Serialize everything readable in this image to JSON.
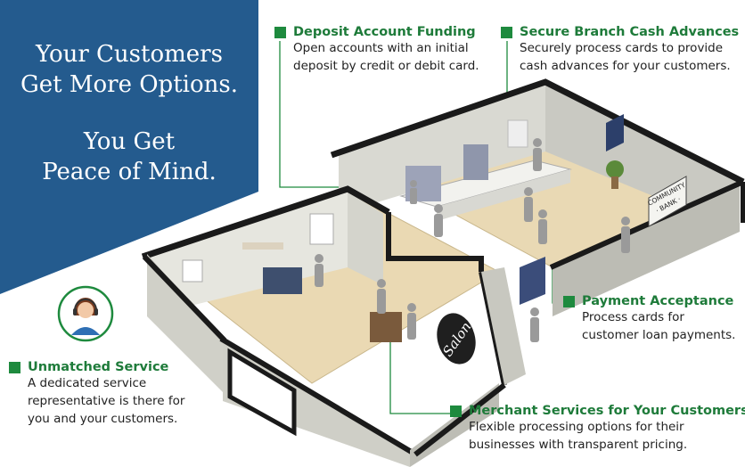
{
  "banner": {
    "line1": "Your Customers",
    "line2": "Get More Options.",
    "line3": "You Get",
    "line4": "Peace of Mind.",
    "color": "#245b8e"
  },
  "callouts": {
    "deposit": {
      "title": "Deposit Account Funding",
      "line1": "Open accounts with an initial",
      "line2": "deposit by credit or debit card."
    },
    "secure": {
      "title": "Secure Branch Cash Advances",
      "line1": "Securely process cards to provide",
      "line2": "cash advances for your customers."
    },
    "payment": {
      "title": "Payment Acceptance",
      "line1": "Process cards for",
      "line2": "customer loan payments."
    },
    "merchant": {
      "title": "Merchant Services for Your Customers",
      "line1": "Flexible processing options for their",
      "line2": "businesses with transparent pricing."
    },
    "service": {
      "title": "Unmatched Service",
      "line1": "A dedicated service",
      "line2": "representative is there for",
      "line3": "you and your customers."
    }
  },
  "signs": {
    "bank_line1": "COMMUNITY",
    "bank_line2": "· BANK ·",
    "salon": "Salon"
  },
  "colors": {
    "accent_green": "#1e8a3e",
    "title_green": "#1e7b3a",
    "banner_blue": "#245b8e"
  },
  "icons": {
    "agent": "customer-service-agent-icon"
  }
}
